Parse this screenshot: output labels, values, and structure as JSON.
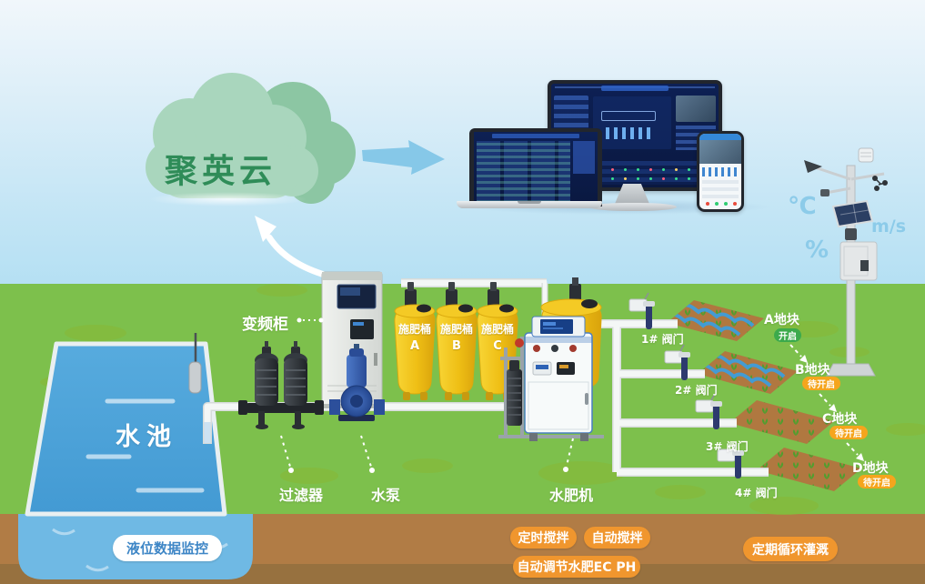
{
  "cloud": {
    "title": "聚英云"
  },
  "weather_station": {
    "temperature_unit": "℃",
    "humidity_unit": "%",
    "wind_speed_unit": "m/s"
  },
  "labels": {
    "cabinet": "变频柜",
    "pool": "水池",
    "filter": "过滤器",
    "pump": "水泵",
    "machine": "水肥机"
  },
  "buckets": [
    {
      "name": "施肥桶",
      "code": "A"
    },
    {
      "name": "施肥桶",
      "code": "B"
    },
    {
      "name": "施肥桶",
      "code": "C"
    }
  ],
  "valves": [
    {
      "label": "1# 阀门"
    },
    {
      "label": "2# 阀门"
    },
    {
      "label": "3# 阀门"
    },
    {
      "label": "4# 阀门"
    }
  ],
  "plots": [
    {
      "label": "A地块",
      "status": "开启"
    },
    {
      "label": "B地块",
      "status": "待开启"
    },
    {
      "label": "C地块",
      "status": "待开启"
    },
    {
      "label": "D地块",
      "status": "待开启"
    }
  ],
  "badges": {
    "pool_monitor": "液位数据监控",
    "timed_stir": "定时搅拌",
    "auto_stir": "自动搅拌",
    "auto_adjust": "自动调节水肥EC PH",
    "cycle_irrigation": "定期循环灌溉"
  },
  "colors": {
    "accent_orange": "#f0962e",
    "status_open_green": "#3caa4c",
    "status_wait_orange": "#f5a51d",
    "cloud_green": "#a9d6bd",
    "cloud_text_green": "#2f8c58",
    "pool_blue": "#4aa3da",
    "sky_blue": "#cfe9f6",
    "grass_green": "#7dc04c",
    "soil_light": "#b17c45",
    "soil_dark": "#97713f",
    "label_blue": "#3e86c6",
    "pipe_white": "#f2f5f4"
  }
}
